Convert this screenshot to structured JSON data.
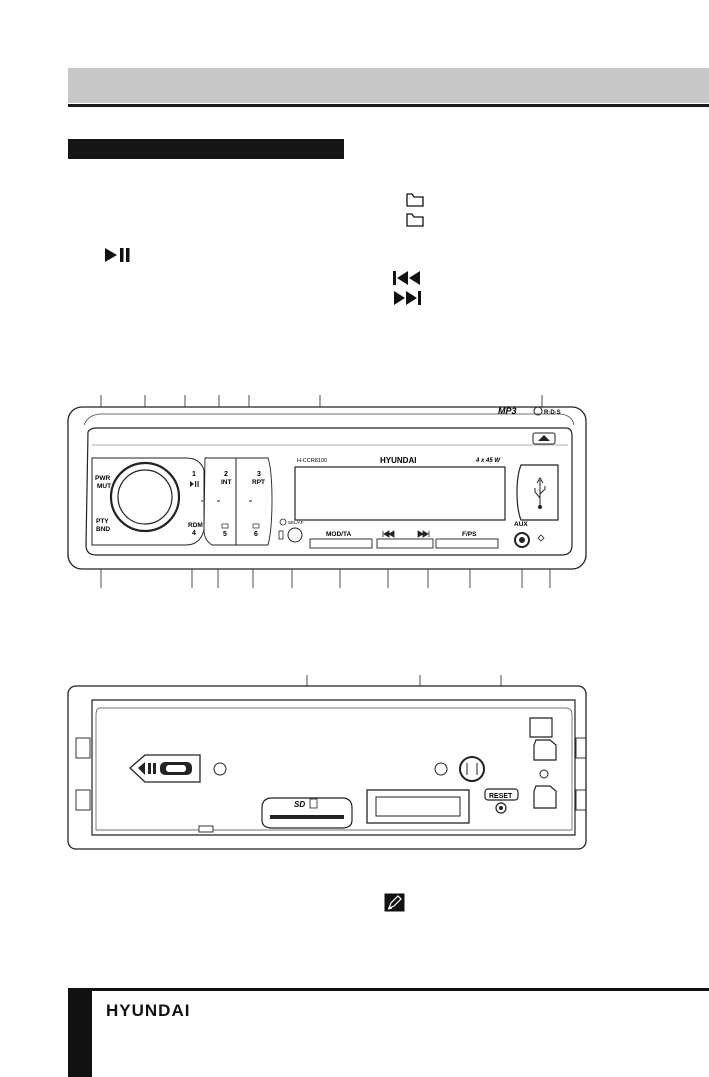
{
  "front_panel": {
    "model": "H-CCR8100",
    "brand": "HYUNDAI",
    "power_rating": "4 x 45 W",
    "mp3_badge": "MP3",
    "rds_badge": "R·D·S",
    "pwr_label": "PWR",
    "mut_label": "MUT",
    "pty_label": "PTY",
    "bnd_label": "BND",
    "btn1_num": "1",
    "btn2_num": "2",
    "btn2_label": "INT",
    "btn3_num": "3",
    "btn3_label": "RPT",
    "btn4_label": "RDM",
    "btn4_num": "4",
    "btn5_num": "5",
    "btn6_num": "6",
    "sel_label": "SEL/AF",
    "mod_label": "MOD/TA",
    "fps_label": "F/PS",
    "aux_label": "AUX"
  },
  "back_panel": {
    "sd_label": "SD",
    "reset_label": "RESET"
  },
  "footer": {
    "brand": "HYUNDAI"
  },
  "icons": [
    "folder-icon",
    "play-pause-icon",
    "previous-track-icon",
    "next-track-icon",
    "usb-icon",
    "note-icon",
    "eject-icon"
  ]
}
